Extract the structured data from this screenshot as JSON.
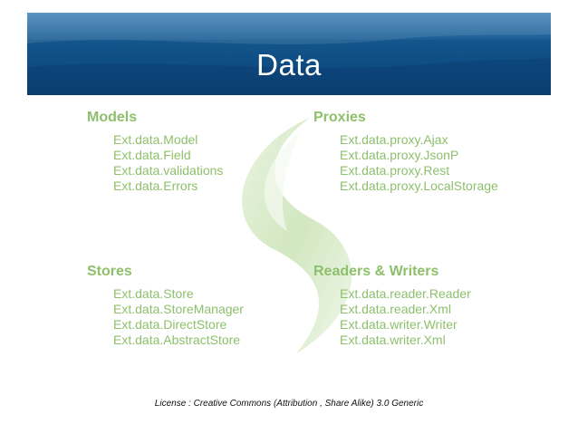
{
  "slide": {
    "title": "Data",
    "license": "License : Creative Commons (Attribution , Share Alike) 3.0 Generic"
  },
  "colors": {
    "header_blue": "#0f4f86",
    "section_green": "#8ec06c",
    "watermark_green": "#cfe6bd"
  },
  "sections": [
    {
      "heading": "Models",
      "items": [
        "Ext.data.Model",
        "Ext.data.Field",
        "Ext.data.validations",
        "Ext.data.Errors"
      ]
    },
    {
      "heading": "Proxies",
      "items": [
        "Ext.data.proxy.Ajax",
        "Ext.data.proxy.JsonP",
        "Ext.data.proxy.Rest",
        "Ext.data.proxy.LocalStorage"
      ]
    },
    {
      "heading": "Stores",
      "items": [
        "Ext.data.Store",
        "Ext.data.StoreManager",
        "Ext.data.DirectStore",
        "Ext.data.AbstractStore"
      ]
    },
    {
      "heading": "Readers & Writers",
      "items": [
        "Ext.data.reader.Reader",
        "Ext.data.reader.Xml",
        "Ext.data.writer.Writer",
        "Ext.data.writer.Xml"
      ]
    }
  ]
}
